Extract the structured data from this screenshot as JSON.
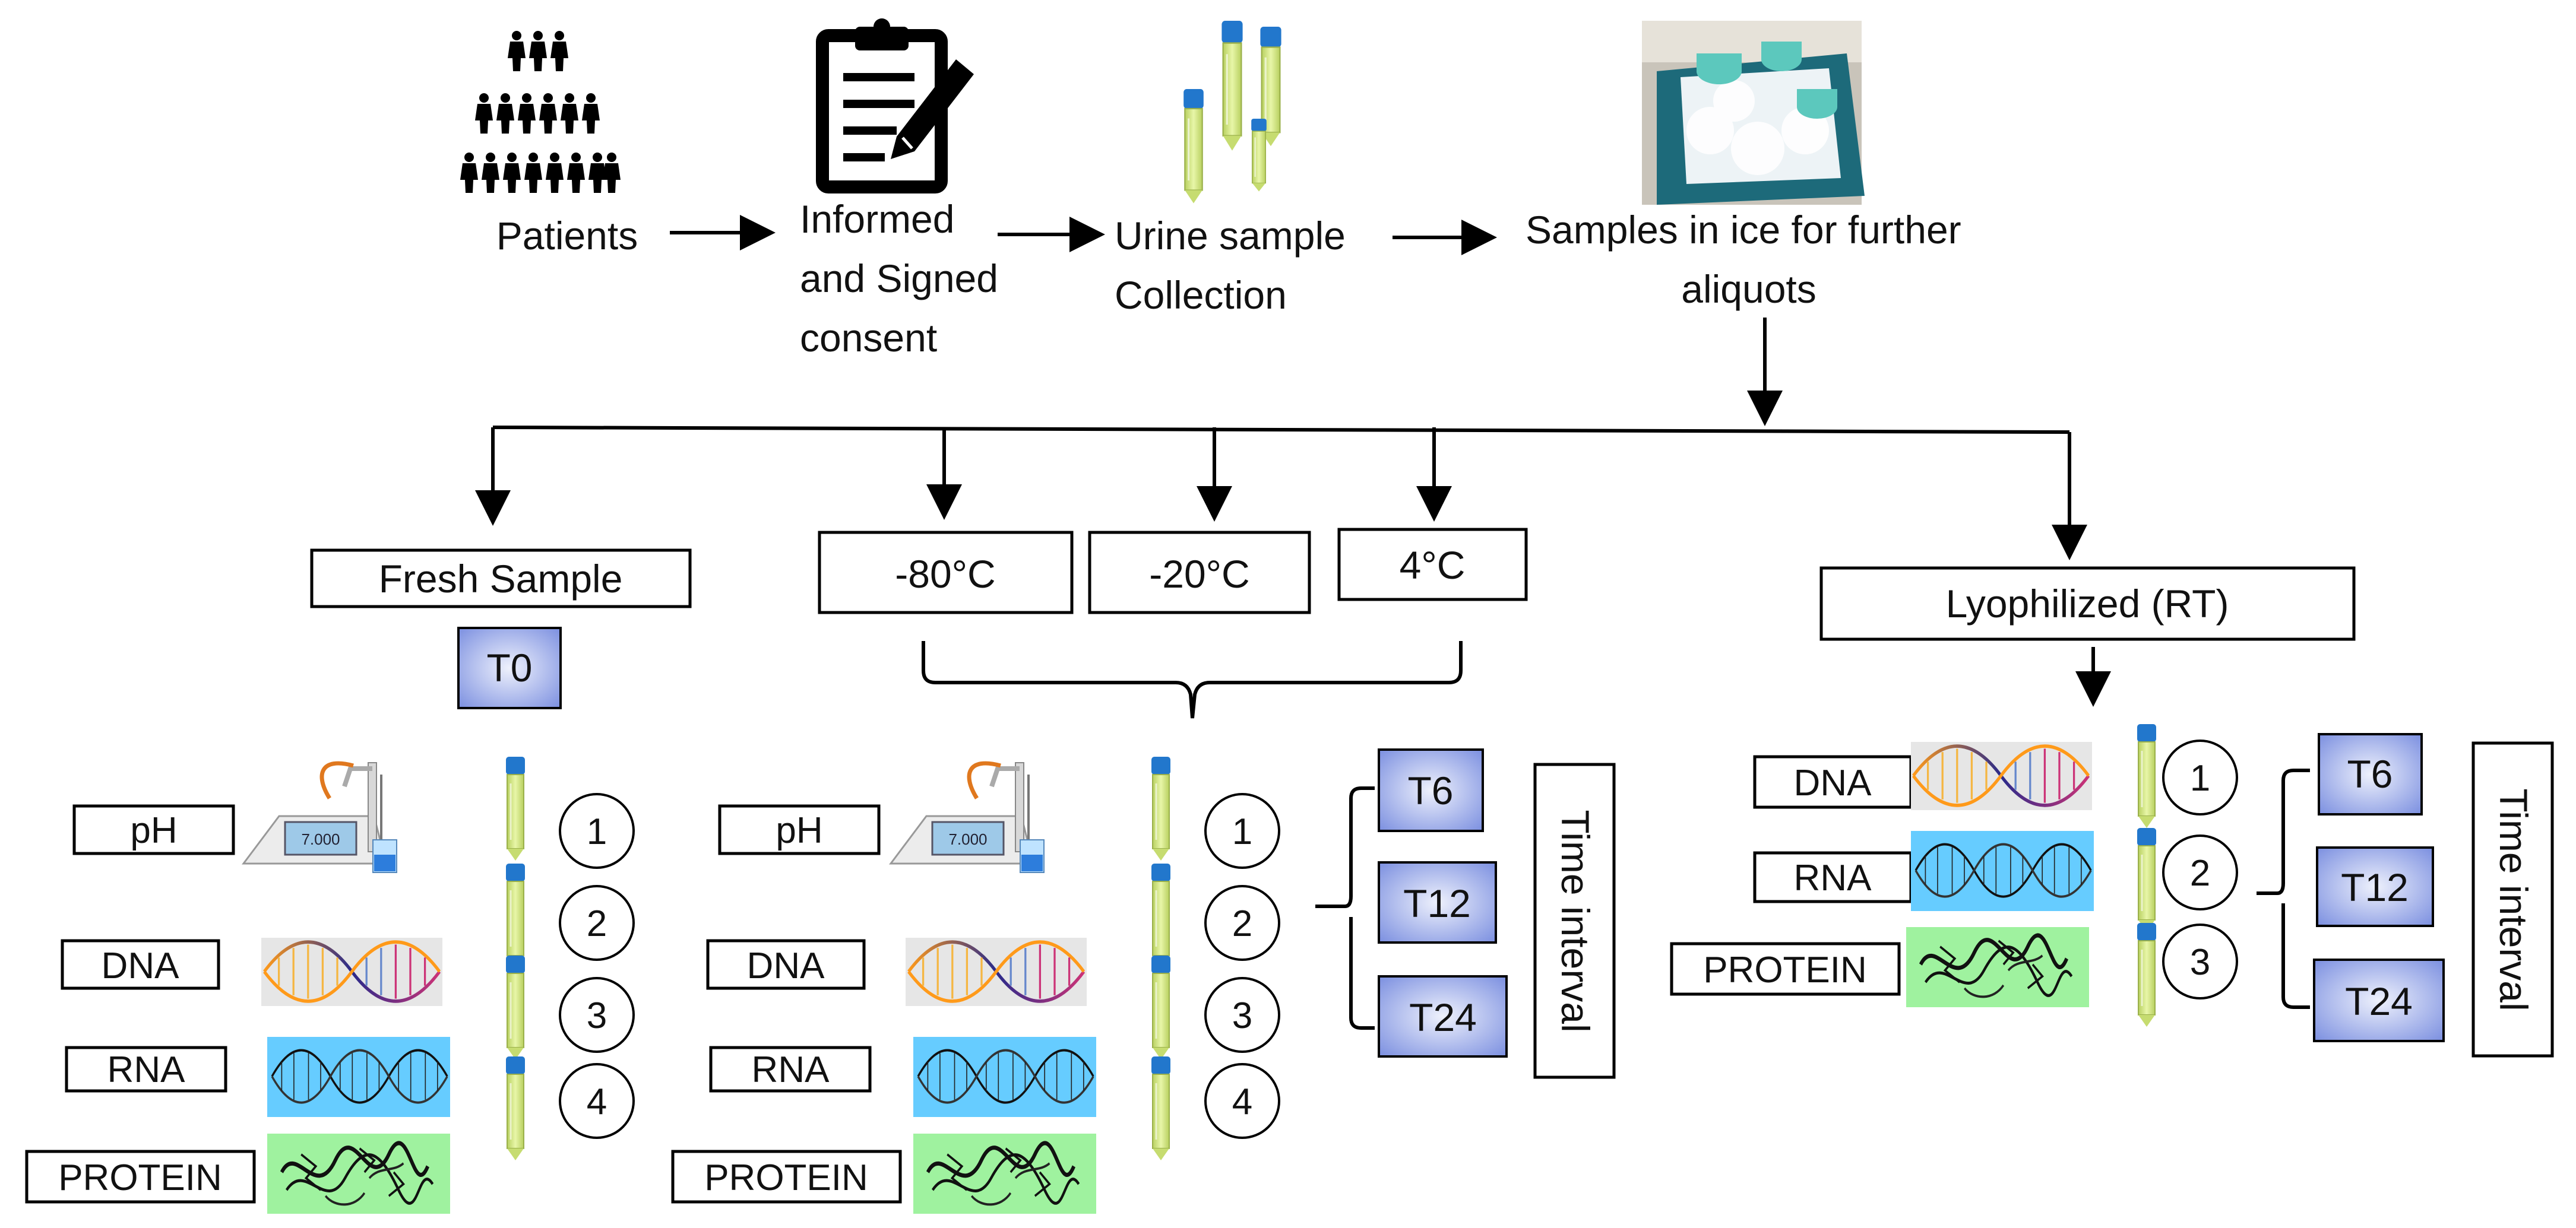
{
  "flow": {
    "patients": "Patients",
    "consent_lines": [
      "Informed",
      "and Signed",
      "consent"
    ],
    "collection_lines": [
      "Urine sample",
      "Collection"
    ],
    "ice_lines": [
      "Samples in ice for further",
      "aliquots"
    ]
  },
  "storage": {
    "fresh": "Fresh Sample",
    "t0": "T0",
    "minus80": "-80°C",
    "minus20": "-20°C",
    "plus4": "4°C",
    "lyophilized": "Lyophilized (RT)"
  },
  "analytes": {
    "ph": "pH",
    "dna": "DNA",
    "rna": "RNA",
    "protein": "PROTEIN"
  },
  "aliquot_numbers": [
    "1",
    "2",
    "3",
    "4"
  ],
  "time_points": {
    "t6": "T6",
    "t12": "T12",
    "t24": "T24"
  },
  "time_interval": "Time interval",
  "colors": {
    "time_box_light": "#e8ecfb",
    "time_box_dark": "#7b8fe0",
    "rna_bg": "#66ccff",
    "protein_bg": "#9ff29f",
    "dna_bg": "#e6e6e6",
    "tube_cap": "#2277cc",
    "tube_liquid": "#d7ee8a",
    "ice_tray": "#1d6a7a"
  }
}
